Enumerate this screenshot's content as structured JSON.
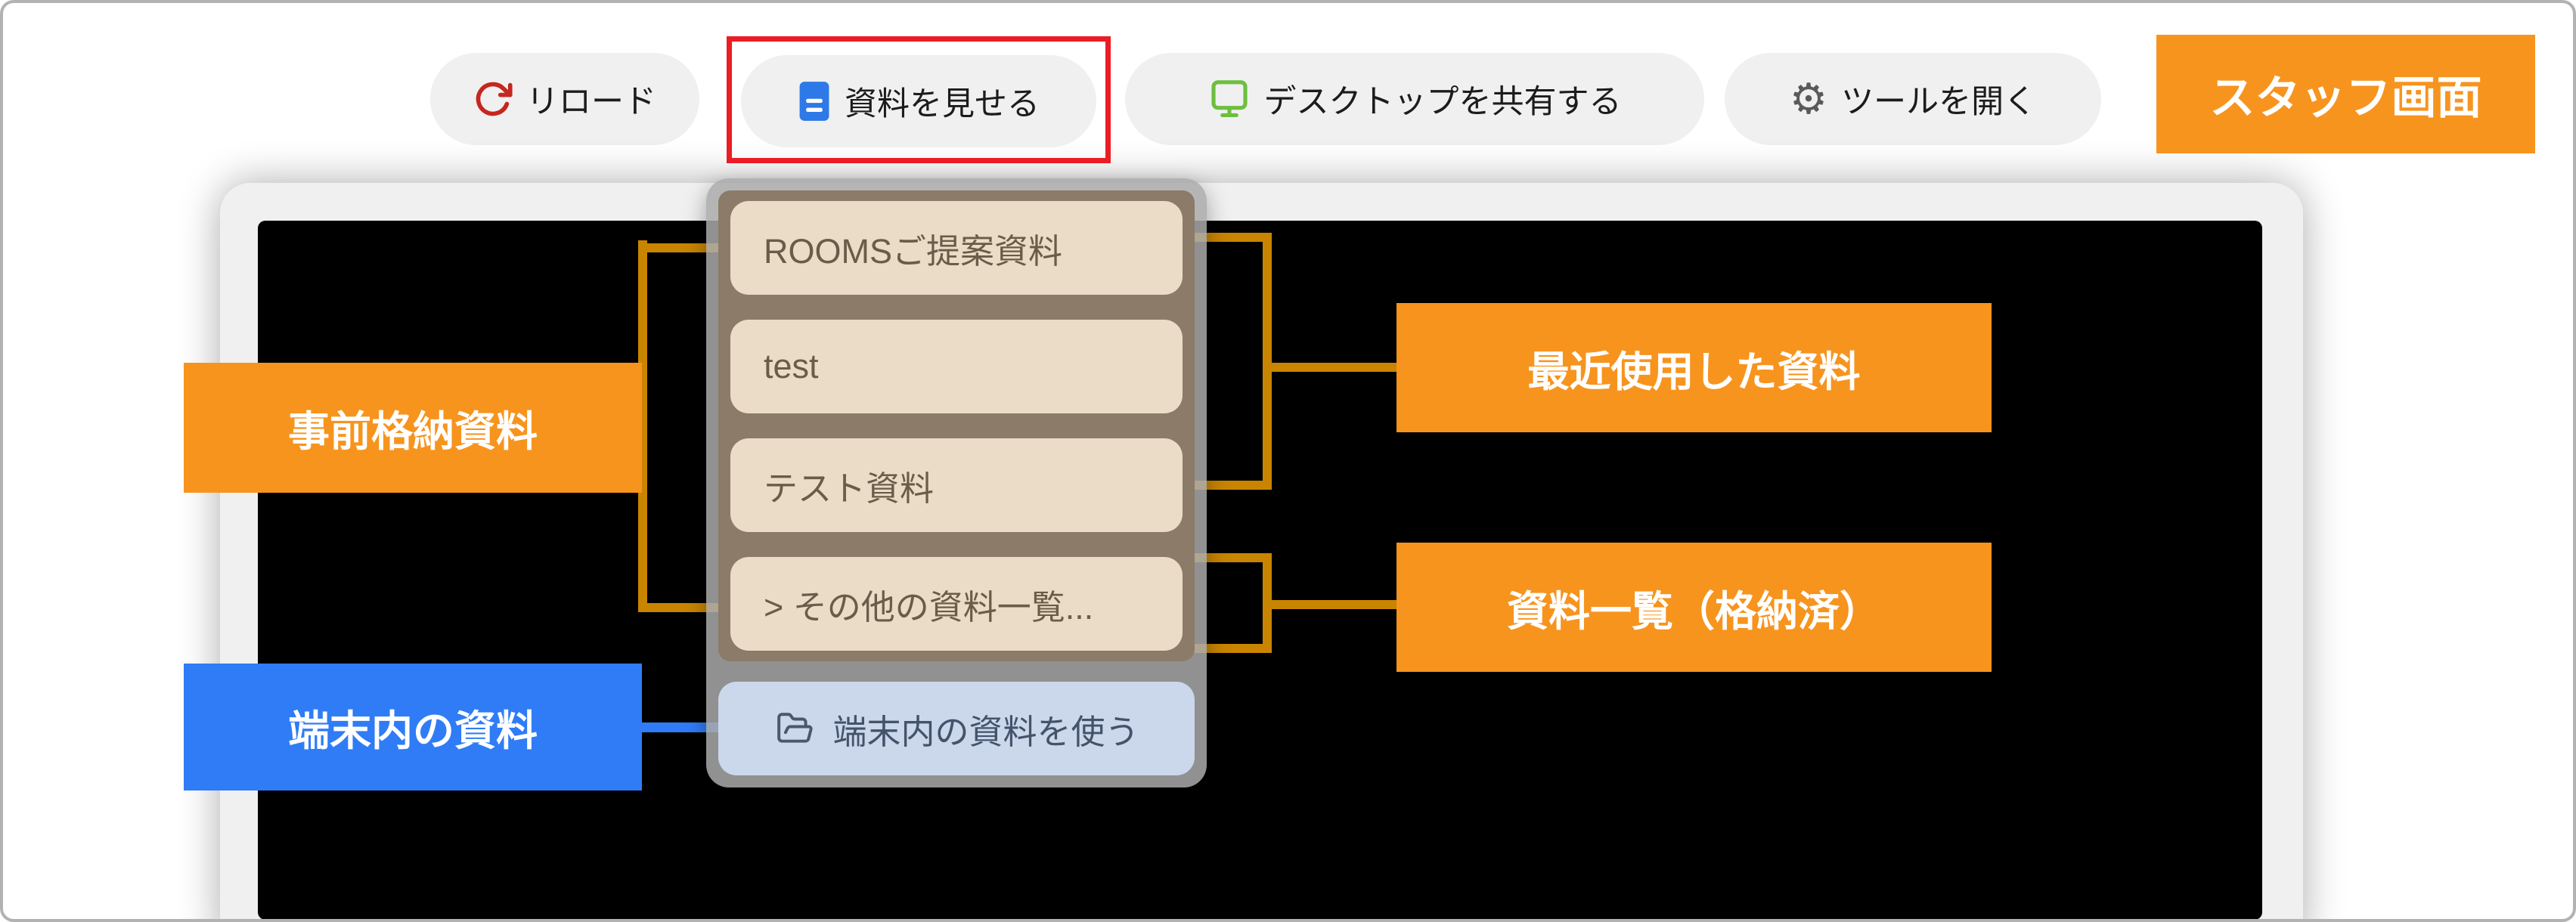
{
  "toolbar": {
    "buttons": [
      {
        "label": "リロード",
        "icon": "reload-icon"
      },
      {
        "label": "資料を見せる",
        "icon": "document-icon",
        "highlighted": true
      },
      {
        "label": "デスクトップを共有する",
        "icon": "desktop-share-icon"
      },
      {
        "label": "ツールを開く",
        "icon": "gear-icon"
      }
    ],
    "staff_badge": "スタッフ画面"
  },
  "menu": {
    "stored_items": [
      {
        "label": "ROOMSご提案資料"
      },
      {
        "label": "test"
      },
      {
        "label": "テスト資料"
      },
      {
        "label": "> その他の資料一覧..."
      }
    ],
    "device_item": {
      "label": "端末内の資料を使う",
      "icon": "folder-open-icon"
    }
  },
  "annotations": {
    "stored_docs": "事前格納資料",
    "device_docs": "端末内の資料",
    "recent_docs": "最近使用した資料",
    "doc_list": "資料一覧（格納済）"
  },
  "colors": {
    "accent_orange": "#f7941e",
    "connector_orange": "#c98500",
    "accent_blue": "#2f7cf6",
    "highlight_red": "#ec1c24",
    "menu_item_bg": "#ebdcc7",
    "menu_list_bg": "#8b7b68",
    "device_item_bg": "#cbd7eb",
    "video_bg": "#000000"
  }
}
